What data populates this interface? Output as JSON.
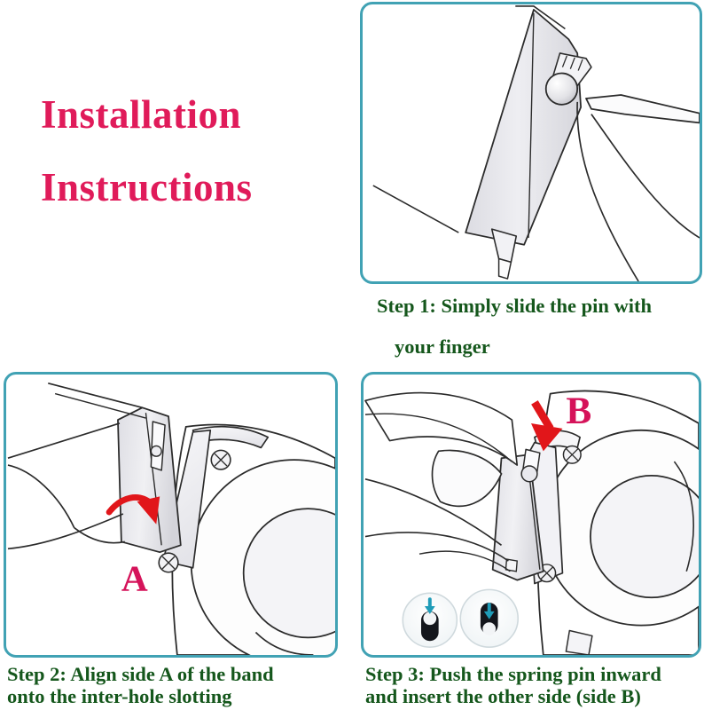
{
  "title": {
    "line1": "Installation",
    "line2": "Instructions"
  },
  "colors": {
    "title_pink": "#e01b5a",
    "caption_green": "#15571c",
    "panel_border_teal": "#41a2b4",
    "arrow_red": "#e1161a",
    "label_crimson": "#d5135a",
    "inset_arrow_teal": "#1f9cb8",
    "part_fill_grey": "#e8e8ec",
    "outline_dark": "#2b2b2b"
  },
  "steps": [
    {
      "id": "step1",
      "caption_lines": [
        "Step 1: Simply slide the pin with",
        "your finger"
      ],
      "illustration": "watch-band-quick-release-pin-with-finger",
      "annotations": []
    },
    {
      "id": "step2",
      "caption_lines": [
        "Step 2: Align side A of the band",
        "onto the inter-hole slotting"
      ],
      "illustration": "band-aligned-to-watch-lug",
      "annotations": [
        {
          "name": "side-a-label",
          "text": "A",
          "color": "#d5135a"
        },
        {
          "name": "rotate-arrow",
          "text": "",
          "color": "#e1161a"
        }
      ]
    },
    {
      "id": "step3",
      "caption_lines": [
        "Step 3: Push the spring pin inward",
        "and insert the other side (side B)"
      ],
      "illustration": "spring-pin-pushed-inward-into-lug",
      "annotations": [
        {
          "name": "side-b-label",
          "text": "B",
          "color": "#d5135a"
        },
        {
          "name": "push-arrow",
          "text": "",
          "color": "#e1161a"
        }
      ],
      "insets": [
        {
          "name": "pin-position-up",
          "arrow_direction": "down",
          "knob_position": "top"
        },
        {
          "name": "pin-position-down",
          "arrow_direction": "down",
          "knob_position": "bottom"
        }
      ]
    }
  ]
}
